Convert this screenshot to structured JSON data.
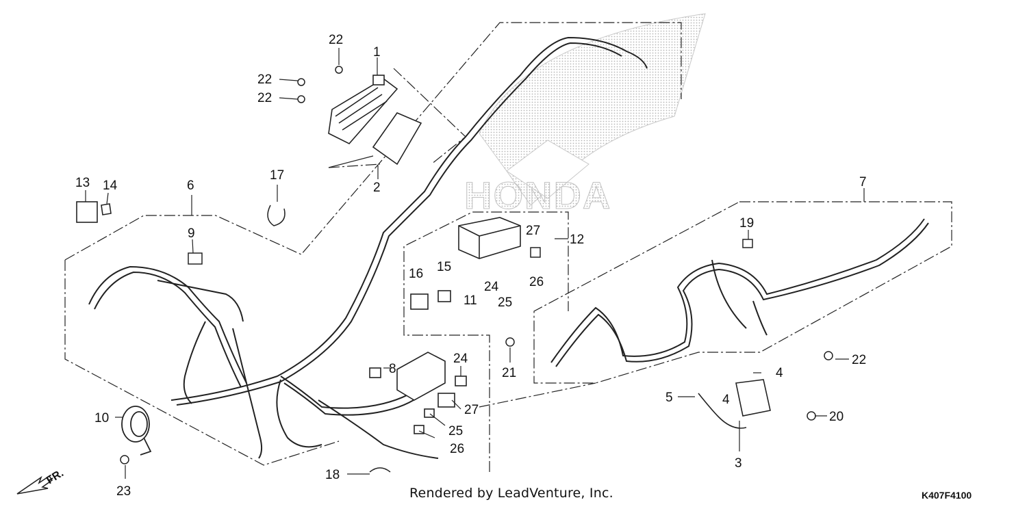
{
  "diagram": {
    "watermark": {
      "text": "HONDA"
    },
    "direction_label": "FR.",
    "callouts": [
      {
        "id": "c-1",
        "label": "1"
      },
      {
        "id": "c-2",
        "label": "2"
      },
      {
        "id": "c-3",
        "label": "3"
      },
      {
        "id": "c-4a",
        "label": "4"
      },
      {
        "id": "c-4b",
        "label": "4"
      },
      {
        "id": "c-5",
        "label": "5"
      },
      {
        "id": "c-6",
        "label": "6"
      },
      {
        "id": "c-7",
        "label": "7"
      },
      {
        "id": "c-8",
        "label": "8"
      },
      {
        "id": "c-9",
        "label": "9"
      },
      {
        "id": "c-10",
        "label": "10"
      },
      {
        "id": "c-11",
        "label": "11"
      },
      {
        "id": "c-12",
        "label": "12"
      },
      {
        "id": "c-13",
        "label": "13"
      },
      {
        "id": "c-14",
        "label": "14"
      },
      {
        "id": "c-15",
        "label": "15"
      },
      {
        "id": "c-16",
        "label": "16"
      },
      {
        "id": "c-17",
        "label": "17"
      },
      {
        "id": "c-18",
        "label": "18"
      },
      {
        "id": "c-19",
        "label": "19"
      },
      {
        "id": "c-20",
        "label": "20"
      },
      {
        "id": "c-21",
        "label": "21"
      },
      {
        "id": "c-22a",
        "label": "22"
      },
      {
        "id": "c-22b",
        "label": "22"
      },
      {
        "id": "c-22c",
        "label": "22"
      },
      {
        "id": "c-22d",
        "label": "22"
      },
      {
        "id": "c-23",
        "label": "23"
      },
      {
        "id": "c-24a",
        "label": "24"
      },
      {
        "id": "c-24b",
        "label": "24"
      },
      {
        "id": "c-25a",
        "label": "25"
      },
      {
        "id": "c-25b",
        "label": "25"
      },
      {
        "id": "c-26a",
        "label": "26"
      },
      {
        "id": "c-26b",
        "label": "26"
      },
      {
        "id": "c-27a",
        "label": "27"
      },
      {
        "id": "c-27b",
        "label": "27"
      }
    ]
  },
  "footer": {
    "credit": "Rendered by LeadVenture, Inc.",
    "code": "K407F4100"
  }
}
